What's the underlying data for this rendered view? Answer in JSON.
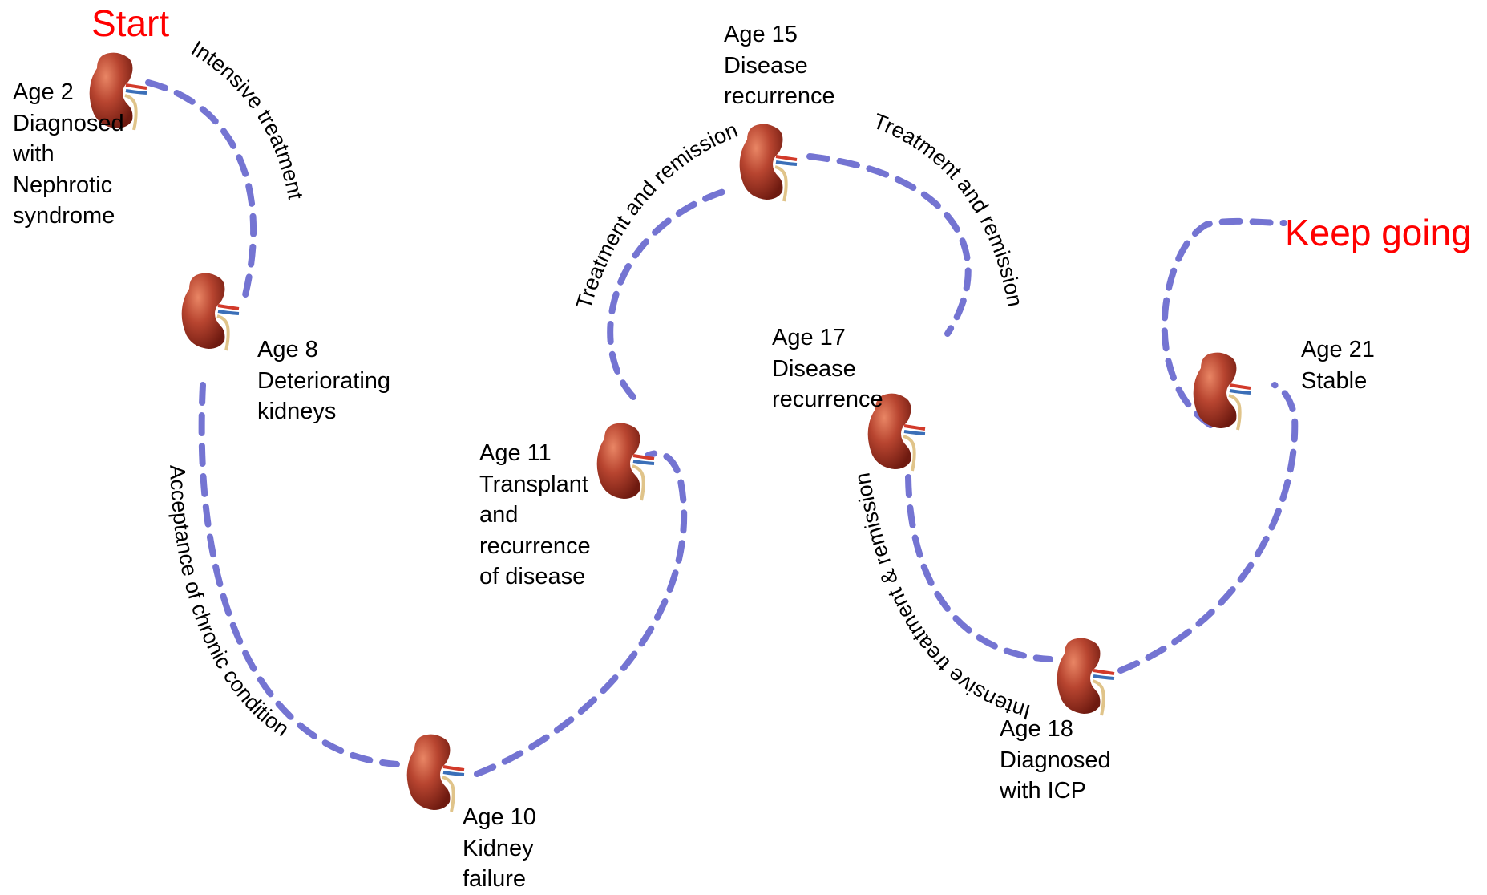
{
  "start_label": "Start",
  "end_label": "Keep going",
  "colors": {
    "path": "#7474d2",
    "highlight": "#ff0000",
    "kidney": "#a0301c",
    "kidney_highlight": "#e98665"
  },
  "icon": "kidney-icon",
  "milestones": [
    {
      "id": "age2",
      "text": "Age 2\nDiagnosed\nwith\nNephrotic\nsyndrome"
    },
    {
      "id": "age8",
      "text": "Age 8\nDeteriorating\nkidneys"
    },
    {
      "id": "age10",
      "text": "Age 10\nKidney\nfailure"
    },
    {
      "id": "age11",
      "text": "Age 11\nTransplant\nand\nrecurrence\nof disease"
    },
    {
      "id": "age15",
      "text": "Age 15\n Disease\nrecurrence"
    },
    {
      "id": "age17",
      "text": "Age 17\n Disease\nrecurrence"
    },
    {
      "id": "age18",
      "text": "Age 18\nDiagnosed\nwith ICP"
    },
    {
      "id": "age21",
      "text": "Age 21\nStable"
    }
  ],
  "transitions": [
    {
      "id": "t1",
      "text": "Intensive treatment"
    },
    {
      "id": "t2",
      "text": "Acceptance of chronic condition"
    },
    {
      "id": "t3",
      "text": "Treatment and remission"
    },
    {
      "id": "t4",
      "text": "Treatment and remission"
    },
    {
      "id": "t5",
      "text": "Intensive treatment & remission"
    }
  ]
}
